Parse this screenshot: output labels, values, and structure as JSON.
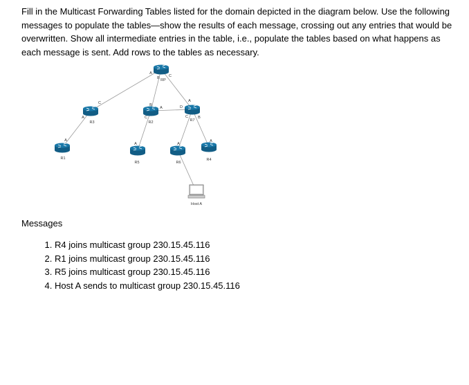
{
  "instructions": "Fill in the Multicast Forwarding Tables listed for the domain depicted in the diagram below. Use the following messages to populate the tables—show the results of each message, crossing out any entries that would be overwritten. Show all intermediate entries in the table, i.e., populate the tables based on what happens as each message is sent. Add rows to the tables as necessary.",
  "diagram": {
    "routers": [
      {
        "name": "RP",
        "ports": [
          "A",
          "B",
          "C"
        ]
      },
      {
        "name": "R3",
        "ports": [
          "C",
          "A"
        ]
      },
      {
        "name": "R2",
        "ports": [
          "B",
          "A",
          "C"
        ]
      },
      {
        "name": "R7",
        "ports": [
          "A",
          "D",
          "C",
          "B"
        ]
      },
      {
        "name": "R1",
        "ports": [
          "A"
        ]
      },
      {
        "name": "R5",
        "ports": [
          "A"
        ]
      },
      {
        "name": "R6",
        "ports": [
          "A"
        ]
      },
      {
        "name": "R4",
        "ports": [
          "A"
        ]
      }
    ],
    "host": "Host A",
    "colors": {
      "router": "#1a78a8",
      "link": "#999999"
    }
  },
  "messages_heading": "Messages",
  "messages": [
    "R4 joins multicast group 230.15.45.116",
    "R1 joins multicast group 230.15.45.116",
    "R5 joins multicast group 230.15.45.116",
    "Host A sends to multicast group 230.15.45.116"
  ]
}
